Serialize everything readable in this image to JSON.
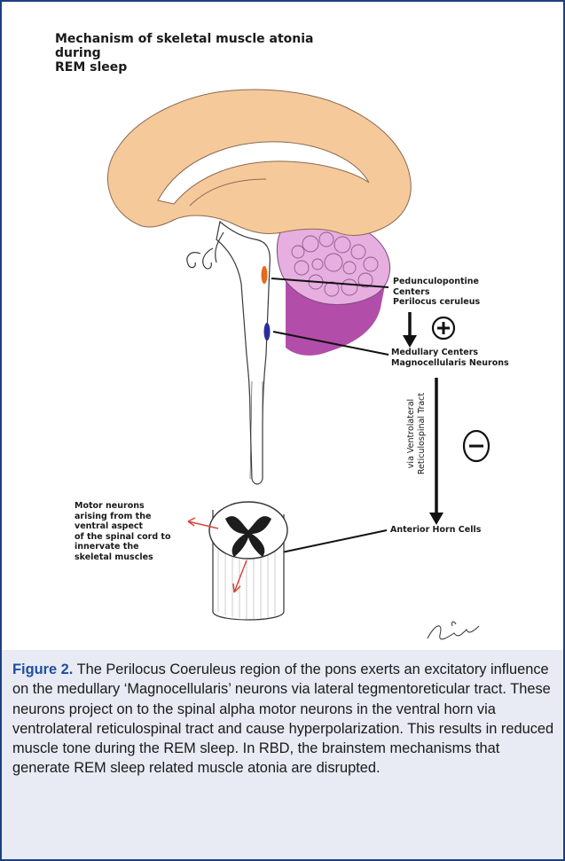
{
  "title": "Mechanism of skeletal muscle atonia during\nREM sleep",
  "labels": {
    "pedunculopontine": "Pedunculopontine\nCenters\nPerilocus ceruleus",
    "medullary": "Medullary Centers\nMagnocellularis Neurons",
    "anterior_horn": "Anterior Horn Cells",
    "motor_neurons": "Motor neurons\narising from the\nventral aspect\nof the spinal cord to\ninnervate the\nskeletal muscles",
    "tract": "via Ventrolateral\nReticulospinal Tract",
    "plus": "+",
    "minus": "−"
  },
  "colors": {
    "cerebrum": "#f6c99b",
    "cerebellum": "#e7aee0",
    "pons_region": "#b24eaa",
    "orange_marker": "#e46a1c",
    "blue_marker": "#2a2d9a",
    "frame": "#1c3f7f",
    "caption_bg": "#e8eaf4",
    "figure_label": "#1f4e9c",
    "nerve_arrow": "#d9463a"
  },
  "caption": {
    "label": "Figure 2.",
    "text": " The Perilocus Coeruleus region of the pons exerts an excitatory influence on the medullary ‘Magnocellularis’ neurons via lateral tegmentoreticular tract. These neurons project on to the spinal alpha motor neurons in the ventral horn via ventrolateral reticulospinal tract and cause hyperpolarization. This results in reduced muscle tone during the REM sleep. In RBD, the brainstem mechanisms that generate REM sleep related muscle atonia are disrupted."
  }
}
